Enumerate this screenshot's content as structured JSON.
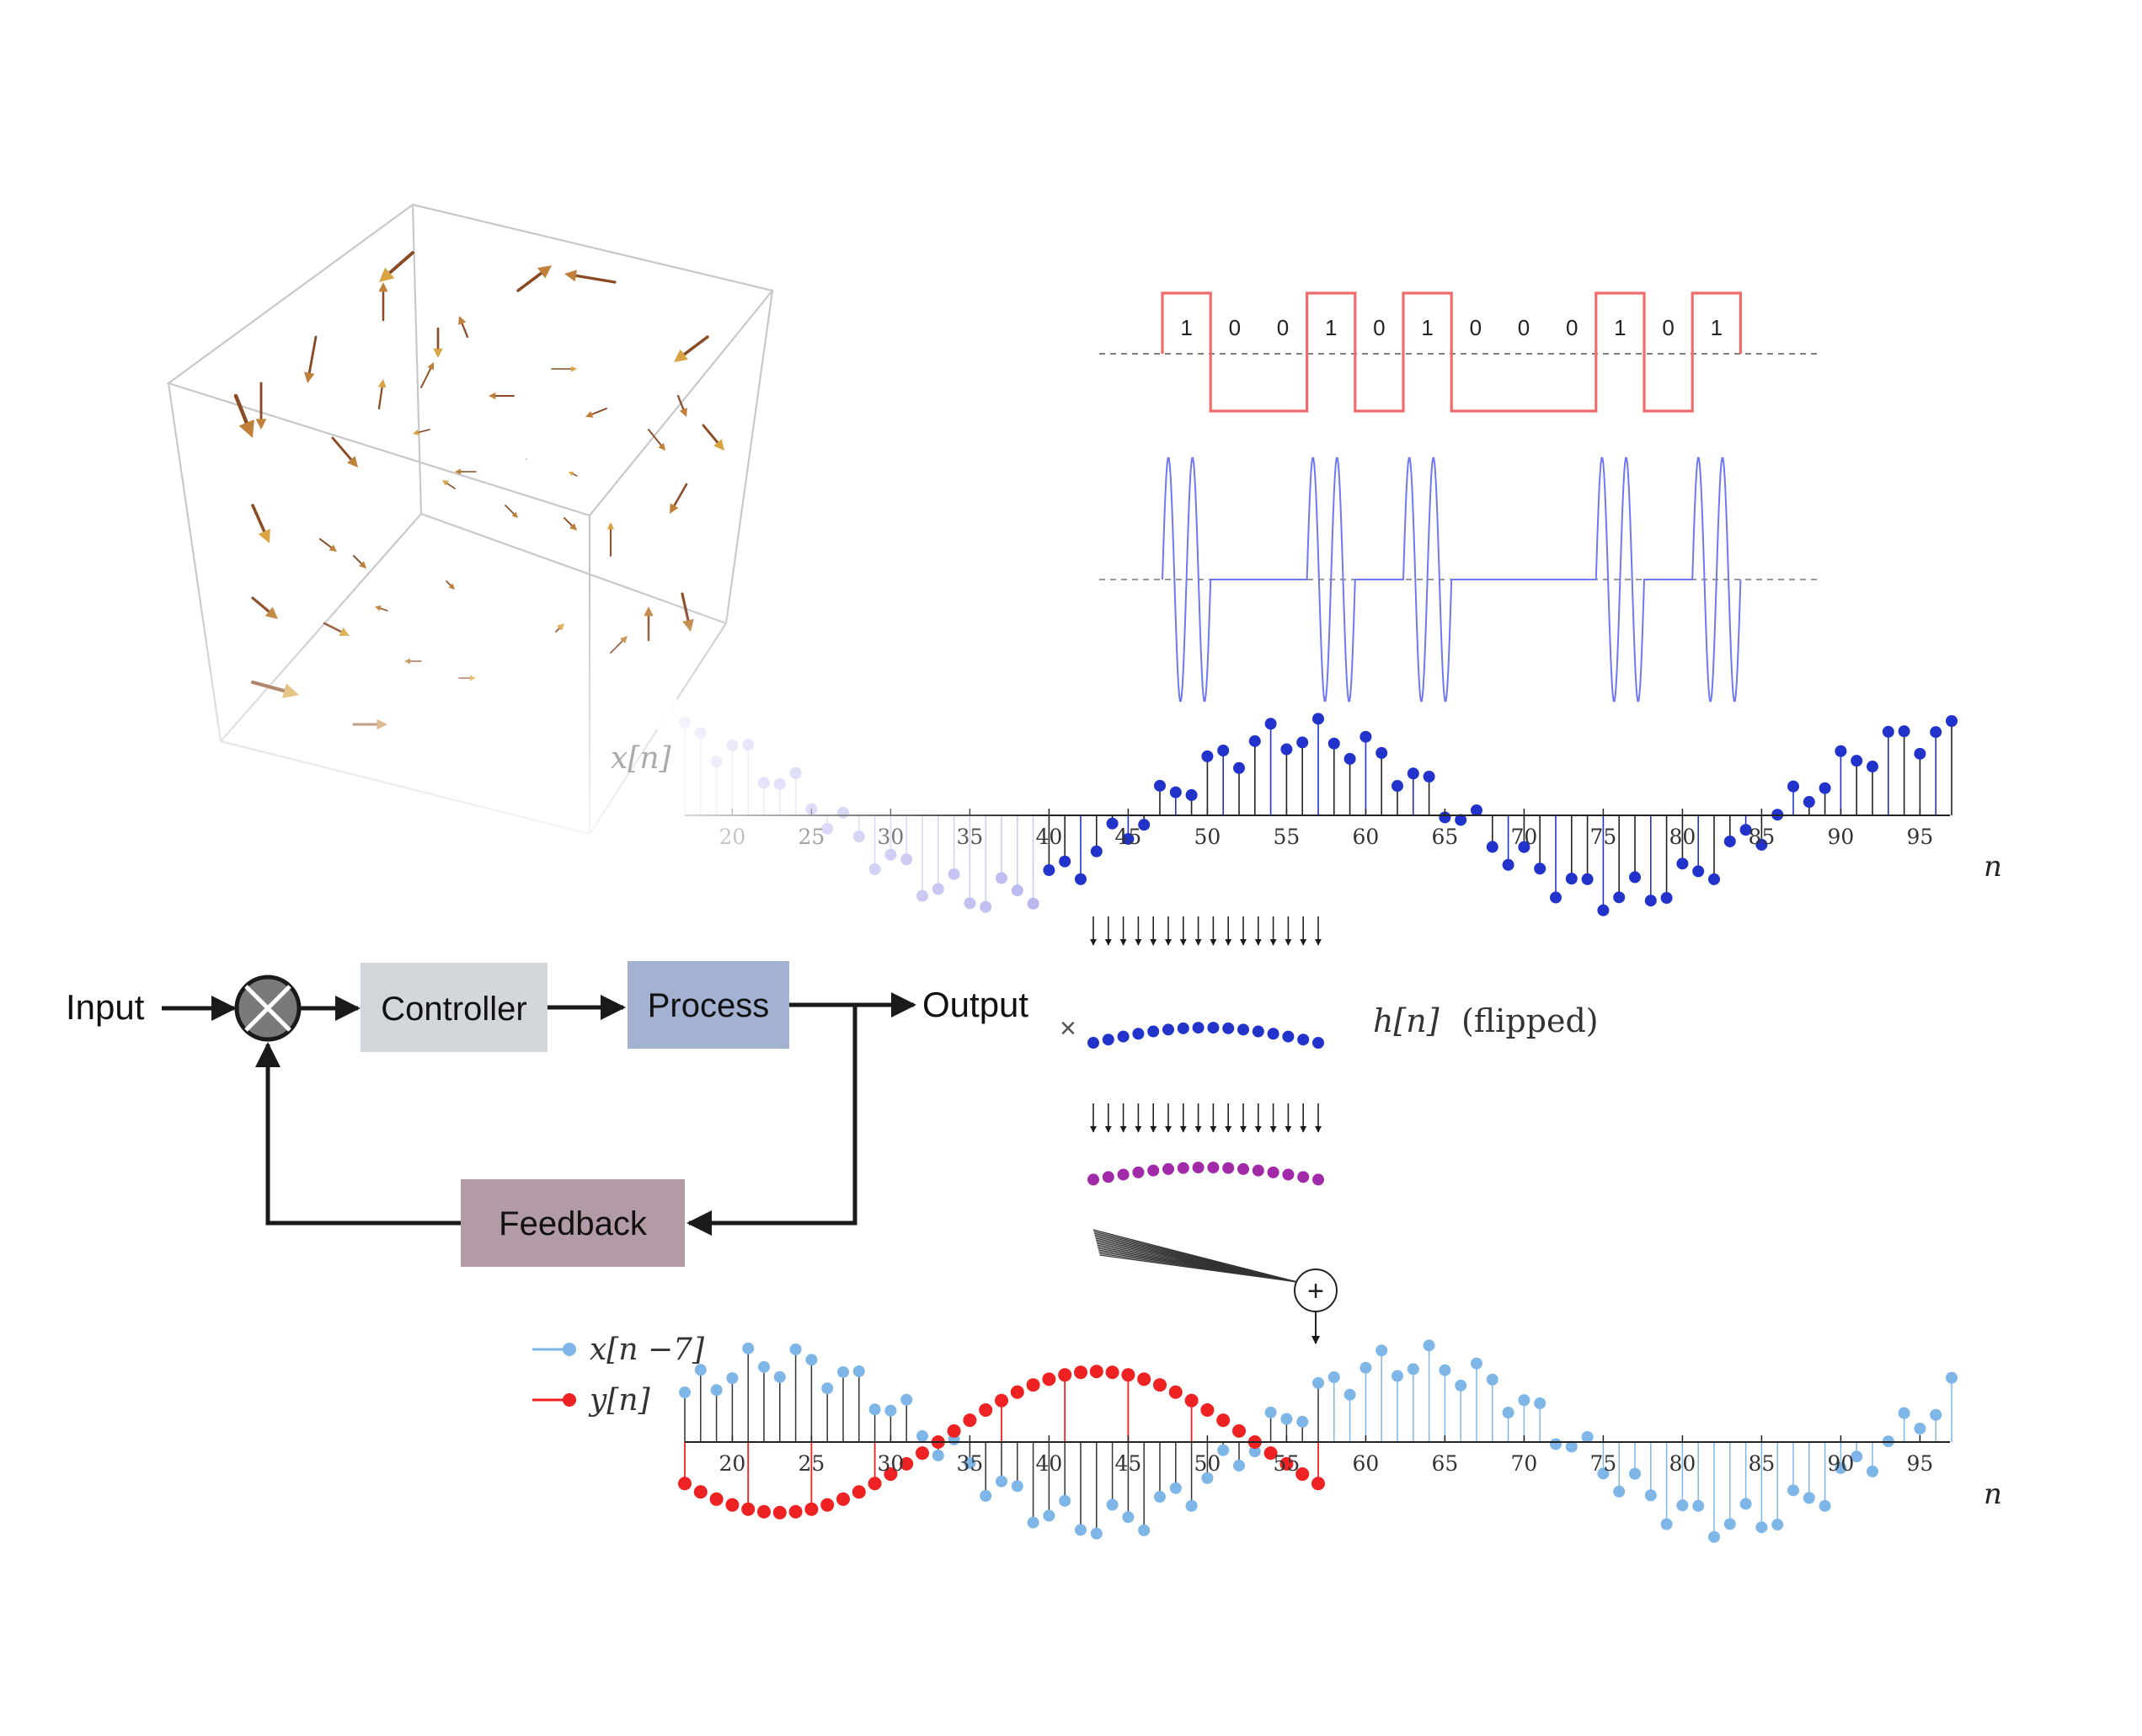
{
  "colors": {
    "arrow_gold": "#d9a441",
    "arrow_brown": "#8a4a24",
    "bpsk_red": "#f26b6b",
    "bpsk_blue": "#6f78f2",
    "signal_blue": "#2233cc",
    "faded_signal": "#b7b4ef",
    "light_blue": "#7fb6e8",
    "output_red": "#ee2222",
    "kernel_product": "#a02aa8",
    "controller_box": "#d3d7dc",
    "process_box": "#a4b2d2",
    "feedback_box": "#b39aa7",
    "sum_node": "#7a7a7a"
  },
  "icons": {
    "sum_junction": "x-in-circle-icon",
    "adder": "plus-circle-icon"
  },
  "bits": {
    "values": [
      "1",
      "0",
      "0",
      "1",
      "0",
      "1",
      "0",
      "0",
      "0",
      "1",
      "0",
      "1"
    ]
  },
  "top_stem": {
    "label": "x[n]",
    "n_label": "n",
    "ticks": [
      "20",
      "25",
      "30",
      "35",
      "40",
      "45",
      "50",
      "55",
      "60",
      "65",
      "70",
      "75",
      "80",
      "85",
      "90",
      "95"
    ]
  },
  "kernel": {
    "multiply_sign": "×",
    "label_h": "h[n]",
    "label_flipped": "(flipped)",
    "plus_sign": "+"
  },
  "control": {
    "input": "Input",
    "controller": "Controller",
    "process": "Process",
    "output": "Output",
    "feedback": "Feedback"
  },
  "bottom_stem": {
    "legend_x": "x[n −7]",
    "legend_y": "y[n]",
    "n_label": "n",
    "ticks": [
      "20",
      "25",
      "30",
      "35",
      "40",
      "45",
      "50",
      "55",
      "60",
      "65",
      "70",
      "75",
      "80",
      "85",
      "90",
      "95"
    ]
  }
}
